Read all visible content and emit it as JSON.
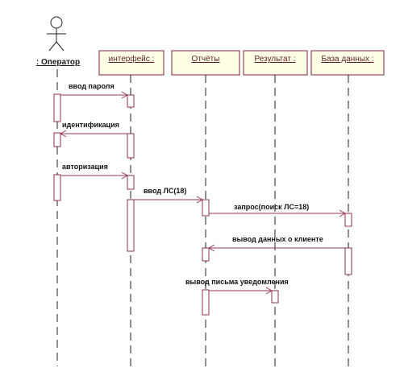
{
  "colors": {
    "object_border": "#7a2340",
    "object_fill": "#ffffe6",
    "activation_border": "#8a3050",
    "activation_fill": "#ffffff",
    "arrow": "#9a3a5a",
    "lifeline": "#222222",
    "actor": "#222222"
  },
  "actor": {
    "label": ": Оператор"
  },
  "objects": [
    {
      "id": "interface",
      "label": "интерфейс :"
    },
    {
      "id": "reports",
      "label": "Отчёты"
    },
    {
      "id": "result",
      "label": "Результат :"
    },
    {
      "id": "database",
      "label": "База данных :"
    }
  ],
  "messages": [
    {
      "label": "ввод пароля"
    },
    {
      "label": "идентификация"
    },
    {
      "label": "авторизация"
    },
    {
      "label": "ввод ЛС(18)"
    },
    {
      "label": "запрос(поиск ЛС=18)"
    },
    {
      "label": "вывод данных о клиенте"
    },
    {
      "label": "вывод письма уведомления"
    }
  ]
}
